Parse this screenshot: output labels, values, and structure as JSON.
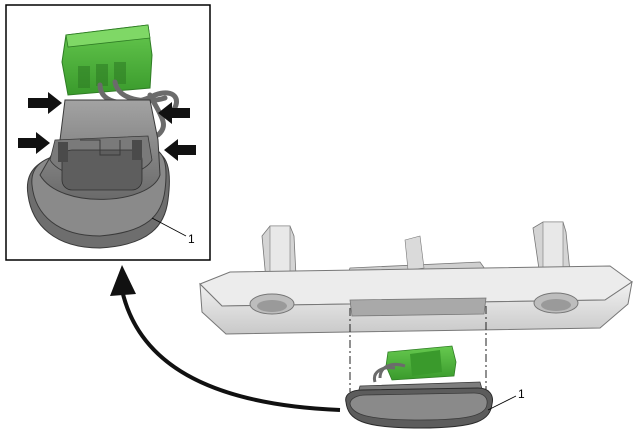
{
  "callouts": {
    "detail_label": "1",
    "main_label": "1"
  },
  "colors": {
    "housing": "#8c8c8c",
    "housing_dark": "#5f5f5f",
    "connector": "#4caf3a",
    "connector_dark": "#2f7d25",
    "bracket": "#dedede",
    "arrow": "#111111"
  },
  "icons": {
    "press_arrows": "black-push-arrow",
    "transfer_arrow": "curved-arrow"
  }
}
